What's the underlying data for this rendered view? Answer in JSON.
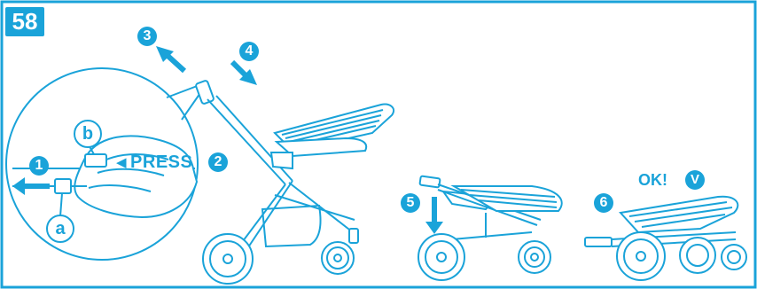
{
  "page_number": "58",
  "press_label": "PRESS",
  "ok_label": "OK!",
  "check_mark": "V",
  "steps": {
    "s1": "1",
    "s2": "2",
    "s3": "3",
    "s4": "4",
    "s5": "5",
    "s6": "6"
  },
  "callouts": {
    "a": "a",
    "b": "b"
  },
  "colors": {
    "accent": "#1aa3d9",
    "line": "#1aa3d9",
    "background": "#ffffff"
  },
  "icons": [
    "arrow-up-left-icon",
    "arrow-down-right-icon",
    "arrow-down-icon",
    "arrow-left-icon",
    "triangle-left-icon",
    "check-badge-icon"
  ]
}
